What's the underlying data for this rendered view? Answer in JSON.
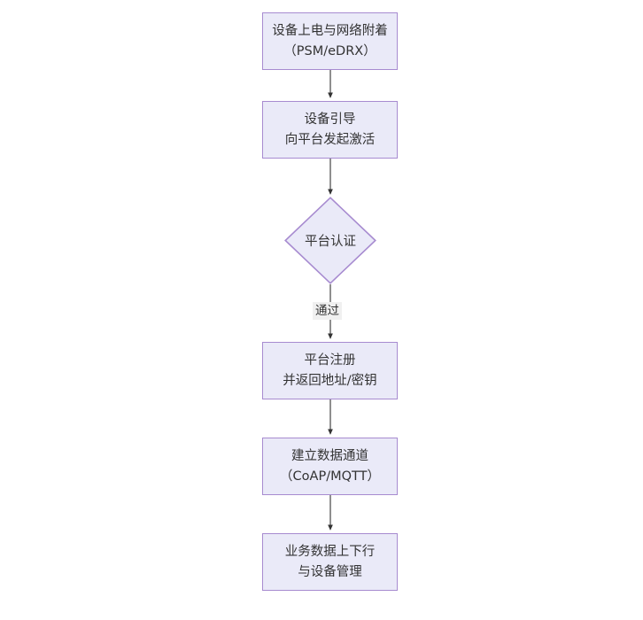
{
  "diagram": {
    "type": "flowchart",
    "orientation": "top-to-bottom",
    "background_color": "#ffffff",
    "node_fill_color": "#eaeaf8",
    "node_border_color": "#a78bd0",
    "text_color": "#333333",
    "edge_color": "#333333",
    "edge_label_background": "#f0f0f0",
    "nodes": [
      {
        "id": "power-on",
        "shape": "rectangle",
        "line1": "设备上电与网络附着",
        "line2": "（PSM/eDRX）"
      },
      {
        "id": "bootstrap",
        "shape": "rectangle",
        "line1": "设备引导",
        "line2": "向平台发起激活"
      },
      {
        "id": "platform-auth",
        "shape": "diamond",
        "line1": "平台认证"
      },
      {
        "id": "platform-register",
        "shape": "rectangle",
        "line1": "平台注册",
        "line2": "并返回地址/密钥"
      },
      {
        "id": "data-channel",
        "shape": "rectangle",
        "line1": "建立数据通道",
        "line2": "（CoAP/MQTT）"
      },
      {
        "id": "service-data",
        "shape": "rectangle",
        "line1": "业务数据上下行",
        "line2": "与设备管理"
      }
    ],
    "edges": [
      {
        "from": "power-on",
        "to": "bootstrap",
        "label": ""
      },
      {
        "from": "bootstrap",
        "to": "platform-auth",
        "label": ""
      },
      {
        "from": "platform-auth",
        "to": "platform-register",
        "label": "通过"
      },
      {
        "from": "platform-register",
        "to": "data-channel",
        "label": ""
      },
      {
        "from": "data-channel",
        "to": "service-data",
        "label": ""
      }
    ]
  }
}
